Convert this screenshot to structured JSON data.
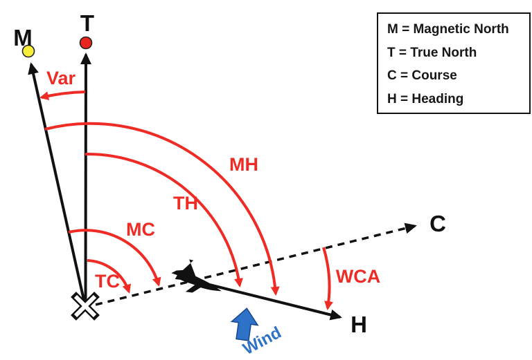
{
  "legend": {
    "items": [
      "M = Magnetic North",
      "T = True North",
      "C = Course",
      "H = Heading"
    ]
  },
  "labels": {
    "magnetic_north": "M",
    "true_north": "T",
    "course": "C",
    "heading": "H",
    "variation": "Var",
    "true_course": "TC",
    "magnetic_course": "MC",
    "true_heading": "TH",
    "magnetic_heading": "MH",
    "wind_correction_angle": "WCA",
    "wind": "Wind"
  },
  "colors": {
    "angle_red": "#EE2B24",
    "wind_blue": "#2E72C8",
    "magnetic_dot_yellow": "#FAEE3C",
    "true_dot_red": "#E8251E",
    "ink": "#111111",
    "background": "#FFFFFF"
  }
}
